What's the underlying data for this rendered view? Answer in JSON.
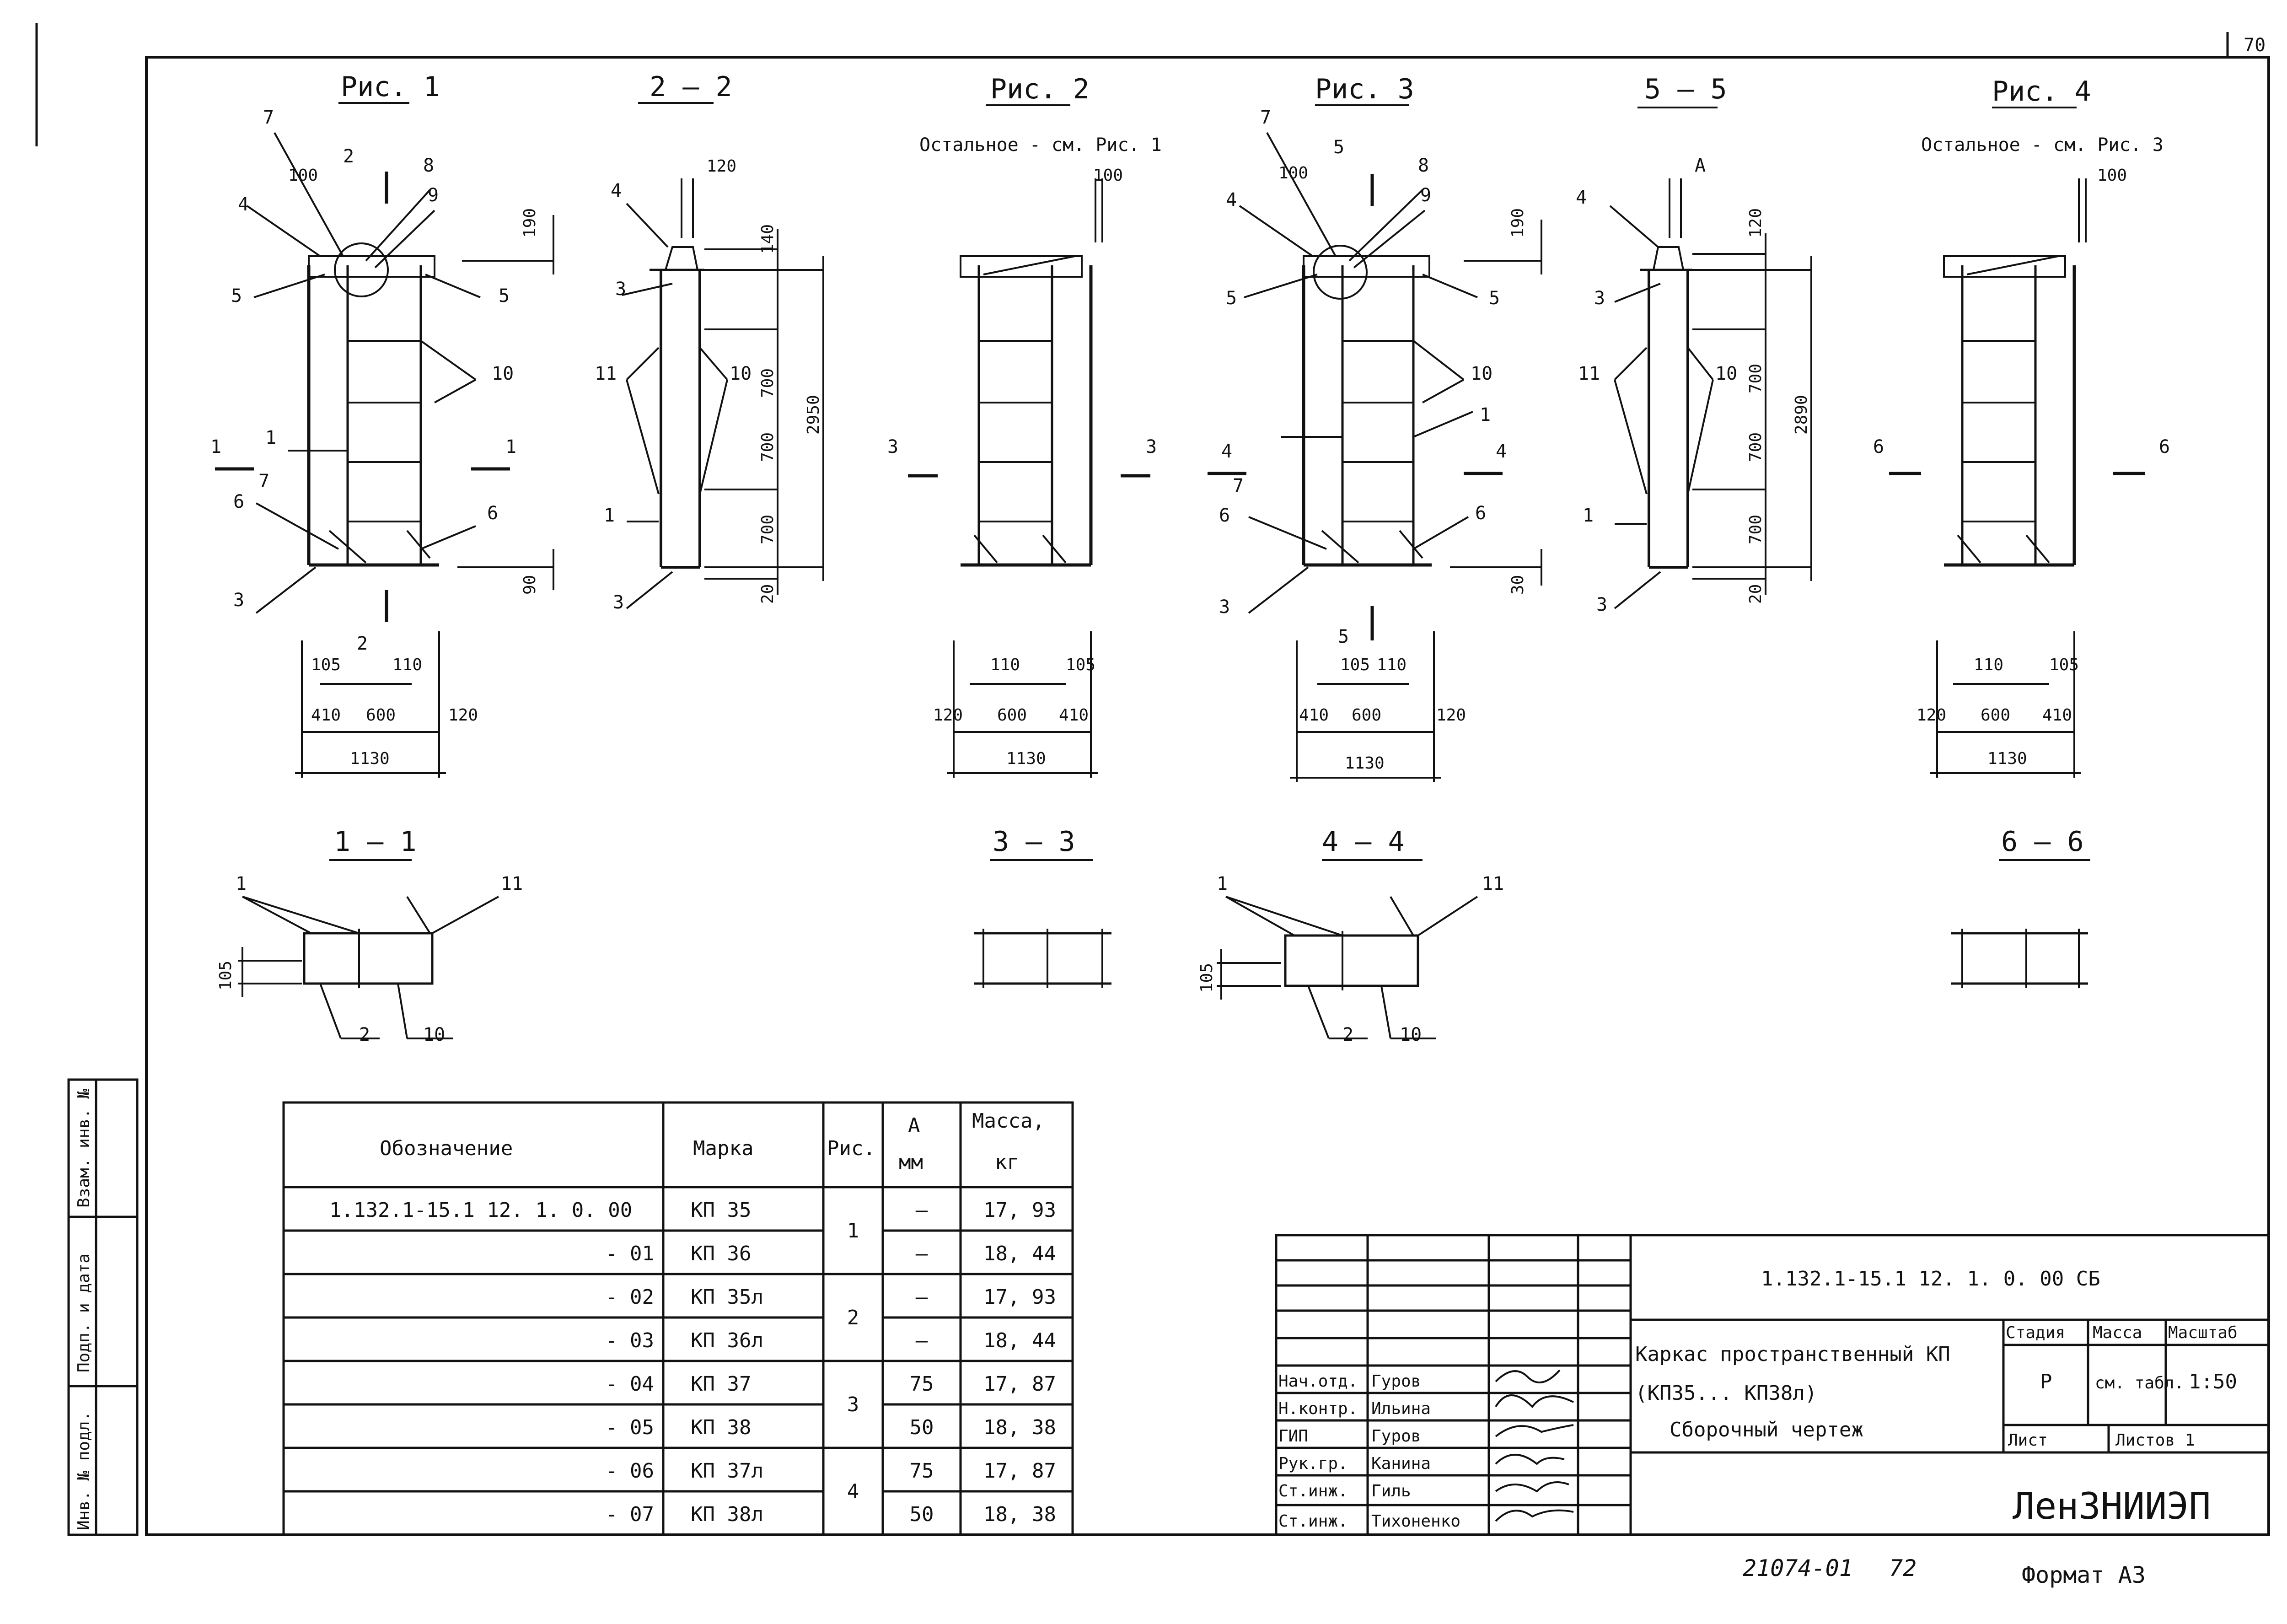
{
  "sheet": {
    "sheet_number": "70",
    "bottom_code": "21074-01",
    "bottom_code_suffix": "72",
    "format": "Формат А3"
  },
  "figures": [
    {
      "title": "Рис. 1",
      "note": "",
      "dims": {
        "top_offset": "100",
        "top_h": "190",
        "bottom_h": "90",
        "left_w": "105",
        "right_w": "110",
        "w1": "410",
        "w2": "600",
        "w3": "120",
        "total_w": "1130"
      }
    },
    {
      "title": "2 — 2",
      "note": "",
      "dims": {
        "top": "120",
        "h1": "140",
        "s1": "700",
        "s2": "700",
        "s3": "700",
        "bottom": "20",
        "total_h": "2950"
      }
    },
    {
      "title": "Рис. 2",
      "note": "Остальное - см. Рис. 1",
      "dims": {
        "top_offset": "100",
        "left_w": "110",
        "right_w": "105",
        "w1": "120",
        "w2": "600",
        "w3": "410",
        "total_w": "1130"
      }
    },
    {
      "title": "Рис. 3",
      "note": "",
      "dims": {
        "top_offset": "100",
        "top_h": "190",
        "bottom_h": "30",
        "left_w": "105",
        "right_w": "110",
        "w1": "410",
        "w2": "600",
        "w3": "120",
        "total_w": "1130"
      }
    },
    {
      "title": "5 — 5",
      "note": "",
      "dims": {
        "top": "А",
        "h1": "120",
        "s1": "700",
        "s2": "700",
        "s3": "700",
        "bottom": "20",
        "total_h": "2890"
      }
    },
    {
      "title": "Рис. 4",
      "note": "Остальное - см. Рис. 3",
      "dims": {
        "top_offset": "100",
        "left_w": "110",
        "right_w": "105",
        "w1": "120",
        "w2": "600",
        "w3": "410",
        "total_w": "1130"
      }
    }
  ],
  "sections": [
    {
      "title": "1 — 1",
      "dim": "105"
    },
    {
      "title": "3 — 3",
      "dim": ""
    },
    {
      "title": "4 — 4",
      "dim": "105"
    },
    {
      "title": "6 — 6",
      "dim": ""
    }
  ],
  "callouts": {
    "n1": "1",
    "n2": "2",
    "n3": "3",
    "n4": "4",
    "n5": "5",
    "n6": "6",
    "n7": "7",
    "n8": "8",
    "n9": "9",
    "n10": "10",
    "n11": "11"
  },
  "section_marks": {
    "m1": "1",
    "m2": "2",
    "m3": "3",
    "m4": "4",
    "m5": "5",
    "m6": "6"
  },
  "spec_table": {
    "headers": [
      "Обозначение",
      "Марка",
      "Рис.",
      "А мм",
      "Масса, кг"
    ],
    "rows": [
      {
        "designation": "1.132.1-15.1  12. 1. 0. 00",
        "mark": "КП  35",
        "fig": "1",
        "a": "—",
        "mass": "17, 93"
      },
      {
        "designation": "- 01",
        "mark": "КП  36",
        "fig": "",
        "a": "—",
        "mass": "18, 44"
      },
      {
        "designation": "- 02",
        "mark": "КП  35л",
        "fig": "2",
        "a": "—",
        "mass": "17, 93"
      },
      {
        "designation": "- 03",
        "mark": "КП  36л",
        "fig": "",
        "a": "—",
        "mass": "18, 44"
      },
      {
        "designation": "- 04",
        "mark": "КП  37",
        "fig": "3",
        "a": "75",
        "mass": "17, 87"
      },
      {
        "designation": "- 05",
        "mark": "КП  38",
        "fig": "",
        "a": "50",
        "mass": "18, 38"
      },
      {
        "designation": "- 06",
        "mark": "КП  37л",
        "fig": "4",
        "a": "75",
        "mass": "17, 87"
      },
      {
        "designation": "- 07",
        "mark": "КП  38л",
        "fig": "",
        "a": "50",
        "mass": "18, 38"
      }
    ]
  },
  "side_stamp": [
    "Инв. № подл.",
    "Подп. и дата",
    "Взам. инв. №"
  ],
  "title_block": {
    "doc_code": "1.132.1-15.1   12. 1. 0. 00  СБ",
    "title_line1": "Каркас пространственный КП",
    "title_line2": "(КП35... КП38л)",
    "title_line3": "Сборочный чертеж",
    "stage_label": "Стадия",
    "mass_label": "Масса",
    "scale_label": "Масштаб",
    "stage": "Р",
    "mass": "см. табл.",
    "scale": "1:50",
    "sheet_label": "Лист",
    "sheets_label": "Листов 1",
    "org": "ЛенЗНИИЭП",
    "people": [
      {
        "role": "Нач.отд.",
        "name": "Гуров"
      },
      {
        "role": "Н.контр.",
        "name": "Ильина"
      },
      {
        "role": "ГИП",
        "name": "Гуров"
      },
      {
        "role": "Рук.гр.",
        "name": "Канина"
      },
      {
        "role": "Ст.инж.",
        "name": "Гиль"
      },
      {
        "role": "Ст.инж.",
        "name": "Тихоненко"
      }
    ]
  }
}
